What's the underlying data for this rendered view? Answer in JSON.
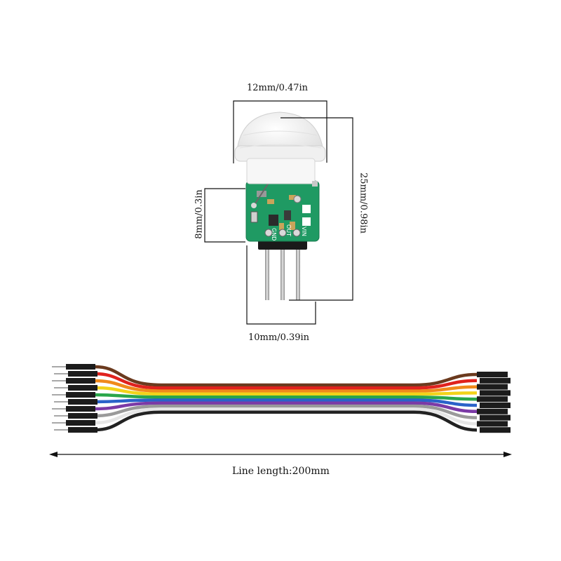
{
  "dimensions": {
    "width_top": "12mm/0.47in",
    "height_total": "25mm/0.98in",
    "height_board": "8mm/0.3in",
    "width_pins": "10mm/0.39in",
    "line_length": "Line length:200mm"
  },
  "pcb_labels": {
    "vin": "VIN",
    "out": "OUT",
    "gnd": "GND"
  },
  "wire_colors": [
    "#6b3a1e",
    "#e0221d",
    "#f08a1c",
    "#f2d31a",
    "#2aa64a",
    "#2a62c9",
    "#7b3aa6",
    "#9a9a9a",
    "#f4f4f4",
    "#222222"
  ],
  "colors": {
    "pcb": "#1f9a63",
    "dome": "#f4f4f4",
    "pin": "#b8b8b8",
    "header": "#1a1a1a"
  }
}
